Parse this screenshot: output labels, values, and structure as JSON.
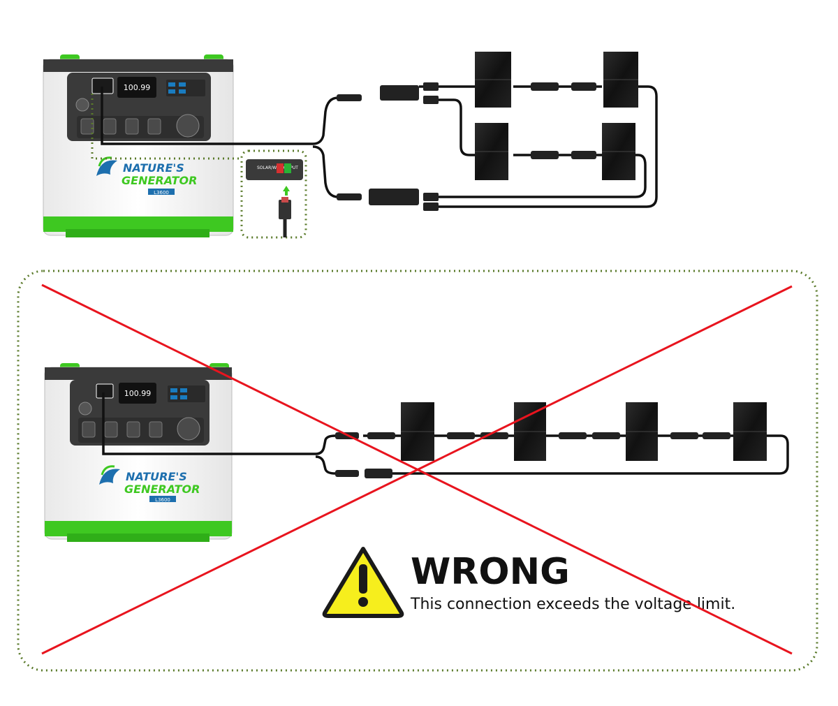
{
  "generator": {
    "brand_line1": "NATURE'S",
    "brand_line2": "GENERATOR",
    "model": "L3600",
    "display_value": "100.99",
    "solar_input_label": "SOLAR/WIND INPUT"
  },
  "warning": {
    "title": "WRONG",
    "message": "This connection exceeds the voltage limit."
  },
  "colors": {
    "accent_green": "#3ec821",
    "panel_dark": "#3a3a3a",
    "cross_red": "#e8141e",
    "dotted_green": "#5a7a2a",
    "warning_yellow": "#f6ee1d",
    "logo_blue": "#1d6fae"
  }
}
